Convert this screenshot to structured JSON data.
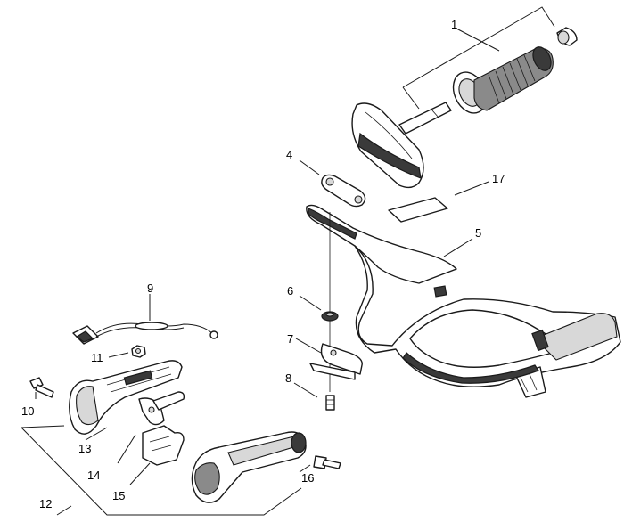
{
  "callouts": {
    "c1": "1",
    "c4": "4",
    "c5": "5",
    "c6": "6",
    "c7": "7",
    "c8": "8",
    "c9": "9",
    "c10": "10",
    "c11": "11",
    "c12": "12",
    "c13": "13",
    "c14": "14",
    "c15": "15",
    "c16": "16",
    "c17": "17"
  }
}
